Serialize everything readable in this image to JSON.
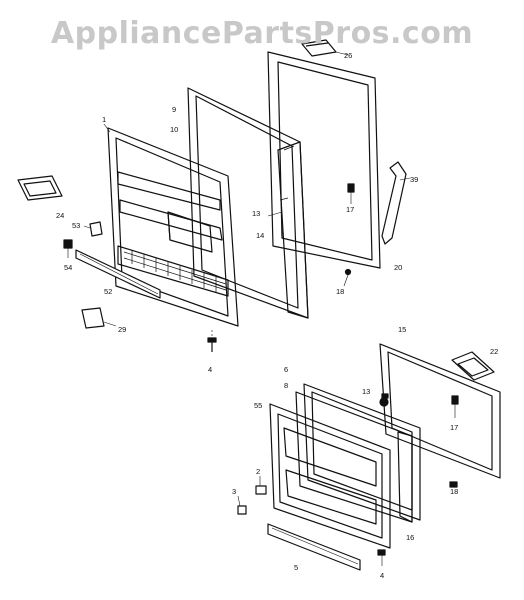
{
  "watermark": "AppliancePartsPros.com",
  "callouts": {
    "c26": "26",
    "c9": "9",
    "c10": "10",
    "c1": "1",
    "c13": "13",
    "c14": "14",
    "c17a": "17",
    "c39": "39",
    "c20": "20",
    "c18a": "18",
    "c24": "24",
    "c53": "53",
    "c54": "54",
    "c52": "52",
    "c29": "29",
    "c4a": "4",
    "c15": "15",
    "c22": "22",
    "c6": "6",
    "c8": "8",
    "c13b": "13",
    "c55": "55",
    "c17b": "17",
    "c18b": "18",
    "c16": "16",
    "c2": "2",
    "c3": "3",
    "c5": "5",
    "c4b": "4"
  }
}
